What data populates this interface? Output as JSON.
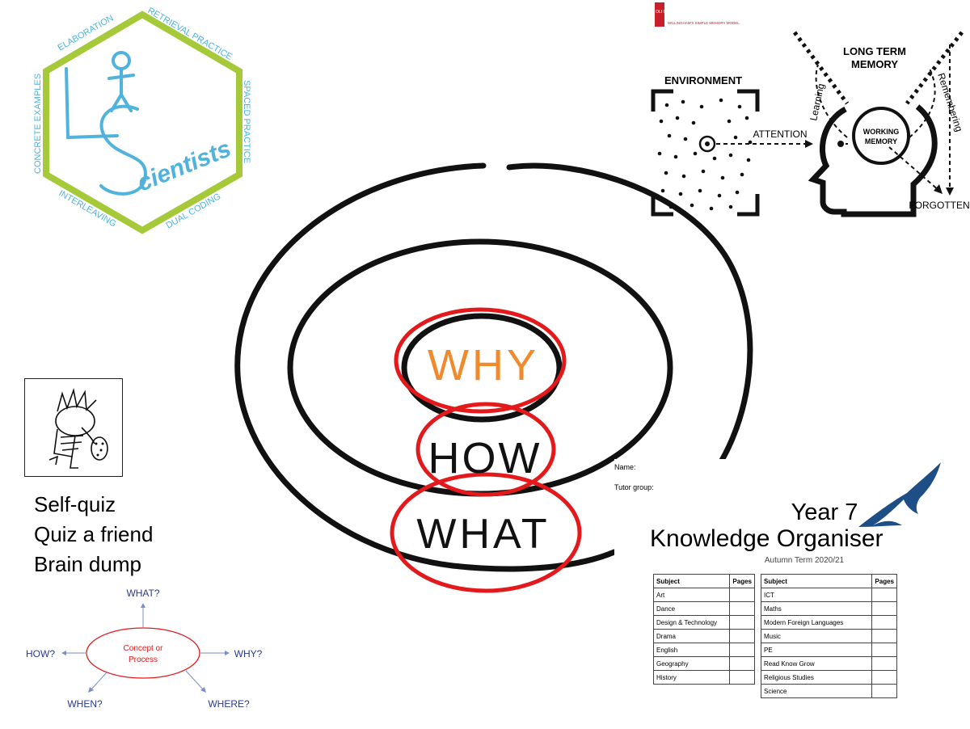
{
  "hexagon": {
    "labels": {
      "elaboration": "ELABORATION",
      "retrieval": "RETRIEVAL PRACTICE",
      "spaced": "SPACED PRACTICE",
      "dual": "DUAL CODING",
      "interleaving": "INTERLEAVING",
      "concrete": "CONCRETE EXAMPLES"
    },
    "logo_text": "cientists",
    "colors": {
      "border": "#a6c93a",
      "text": "#4fb3dd"
    }
  },
  "memory_model": {
    "header_small": "OLI CAV",
    "header_title": "WILLINGHAM'S SIMPLE MEMORY MODEL",
    "environment": "ENVIRONMENT",
    "attention": "ATTENTION",
    "long_term_memory_line1": "LONG TERM",
    "long_term_memory_line2": "MEMORY",
    "working_memory_line1": "WORKING",
    "working_memory_line2": "MEMORY",
    "learning": "Learning",
    "remembering": "Remembering",
    "forgotten": "FORGOTTEN"
  },
  "circles": {
    "why": "WHY",
    "how": "HOW",
    "what": "WHAT",
    "colors": {
      "why": "#f08a2c",
      "highlight": "#e3191c",
      "ink": "#111111"
    }
  },
  "tips": {
    "line1": "Self-quiz",
    "line2": "Quiz a friend",
    "line3": "Brain dump"
  },
  "concept_map": {
    "center_line1": "Concept or",
    "center_line2": "Process",
    "what": "WHAT?",
    "how": "HOW?",
    "why": "WHY?",
    "when": "WHEN?",
    "where": "WHERE?",
    "colors": {
      "center": "#e3191c",
      "labels": "#2a3a8c",
      "arrows": "#7a8fc8"
    }
  },
  "knowledge_organiser": {
    "name_label": "Name:",
    "tutor_label": "Tutor group:",
    "title_line1": "Year 7",
    "title_line2": "Knowledge Organiser",
    "term": "Autumn Term 2020/21",
    "logo_color": "#1d4f86",
    "table_left": {
      "headers": [
        "Subject",
        "Pages"
      ],
      "rows": [
        "Art",
        "Dance",
        "Design & Technology",
        "Drama",
        "English",
        "Geography",
        "History"
      ]
    },
    "table_right": {
      "headers": [
        "Subject",
        "Pages"
      ],
      "rows": [
        "ICT",
        "Maths",
        "Modern Foreign Languages",
        "Music",
        "PE",
        "Read Know Grow",
        "Religious Studies",
        "Science"
      ]
    }
  }
}
